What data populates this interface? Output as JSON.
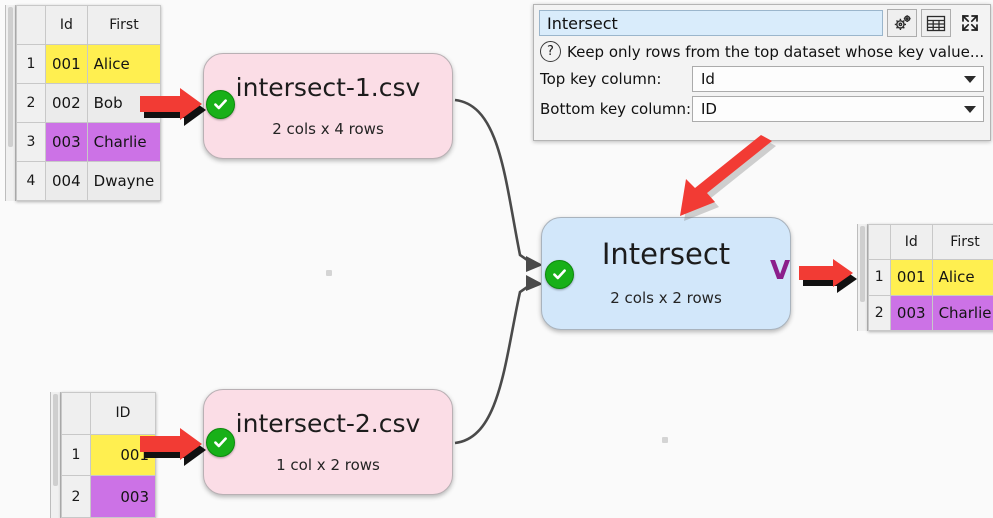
{
  "app": {
    "canvas_bg": "#fafafa",
    "accent_red": "#f23b34",
    "ok_green": "#18b018",
    "node_src_fill": "#fbdde6",
    "node_op_fill": "#d2e7fa",
    "highlight_yellow": "#ffef50",
    "highlight_purple": "#cc72e6"
  },
  "settings_panel": {
    "name_value": "Intersect",
    "name_placeholder": "Name",
    "gear_icon": "gears-icon",
    "table_icon": "table-icon",
    "expand_icon": "expand-icon",
    "help_icon": "question-mark-icon",
    "help_text": "Keep only rows from the top dataset whose key value...",
    "fields": [
      {
        "label": "Top key column:",
        "value": "Id"
      },
      {
        "label": "Bottom key column:",
        "value": "ID"
      }
    ]
  },
  "nodes": [
    {
      "id": "intersect-1",
      "title": "intersect-1.csv",
      "subtitle": "2 cols x 4 rows",
      "status": "ok",
      "kind": "source"
    },
    {
      "id": "intersect-2",
      "title": "intersect-2.csv",
      "subtitle": "1 col x 2 rows",
      "status": "ok",
      "kind": "source"
    },
    {
      "id": "intersect-op",
      "title": "Intersect",
      "subtitle": "2 cols x 2 rows",
      "status": "ok",
      "kind": "operation",
      "right_marker": "V"
    }
  ],
  "tables": {
    "top_left": {
      "columns": [
        "Id",
        "First"
      ],
      "rows": [
        {
          "n": "1",
          "cells": [
            "001",
            "Alice"
          ],
          "hl": "yellow"
        },
        {
          "n": "2",
          "cells": [
            "002",
            "Bob"
          ],
          "hl": "none"
        },
        {
          "n": "3",
          "cells": [
            "003",
            "Charlie"
          ],
          "hl": "purple"
        },
        {
          "n": "4",
          "cells": [
            "004",
            "Dwayne"
          ],
          "hl": "none"
        }
      ]
    },
    "bottom_left": {
      "columns": [
        "ID"
      ],
      "rows": [
        {
          "n": "1",
          "cells": [
            "001"
          ],
          "hl": "yellow"
        },
        {
          "n": "2",
          "cells": [
            "003"
          ],
          "hl": "purple"
        }
      ]
    },
    "right": {
      "columns": [
        "Id",
        "First"
      ],
      "rows": [
        {
          "n": "1",
          "cells": [
            "001",
            "Alice"
          ],
          "hl": "yellow"
        },
        {
          "n": "2",
          "cells": [
            "003",
            "Charlie"
          ],
          "hl": "purple"
        }
      ]
    }
  },
  "annotations": [
    {
      "name": "arrow-to-intersect-1-node",
      "kind": "cursor-arrow-right"
    },
    {
      "name": "arrow-to-intersect-2-node",
      "kind": "cursor-arrow-right"
    },
    {
      "name": "arrow-to-right-table",
      "kind": "cursor-arrow-right"
    },
    {
      "name": "arrow-highlight-intersect-node",
      "kind": "diagonal-red-arrow"
    }
  ]
}
